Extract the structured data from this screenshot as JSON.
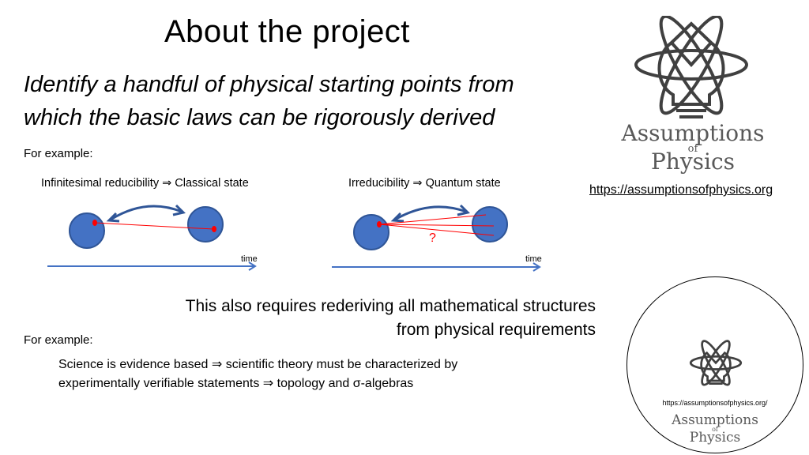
{
  "slide": {
    "title": "About the project",
    "subtitle": "Identify a handful of physical starting points from which the basic laws can be rigorously derived",
    "for_example_1": "For example:",
    "for_example_2": "For example:",
    "diagram_classical": {
      "label": "Infinitesimal reducibility ⇒ Classical state",
      "time_label": "time"
    },
    "diagram_quantum": {
      "label": "Irreducibility ⇒ Quantum state",
      "time_label": "time",
      "question_mark": "?"
    },
    "callout": {
      "line1": "This also requires rederiving all mathematical structures",
      "line2": "from physical requirements"
    },
    "example": {
      "line1": "Science is evidence based ⇒ scientific theory must be characterized by",
      "line2": "experimentally verifiable statements ⇒ topology and σ-algebras"
    }
  },
  "logo_main": {
    "line1": "Assumptions",
    "of": "of",
    "line2": "Physics",
    "link": "https://assumptionsofphysics.org"
  },
  "logo_circle": {
    "url": "https://assumptionsofphysics.org/",
    "line1": "Assumptions",
    "of": "of",
    "line2": "Physics"
  },
  "colors": {
    "sphere": "#4472C4",
    "arrow": "#2F5597",
    "accent": "#FF0000",
    "logo": "#595959"
  }
}
